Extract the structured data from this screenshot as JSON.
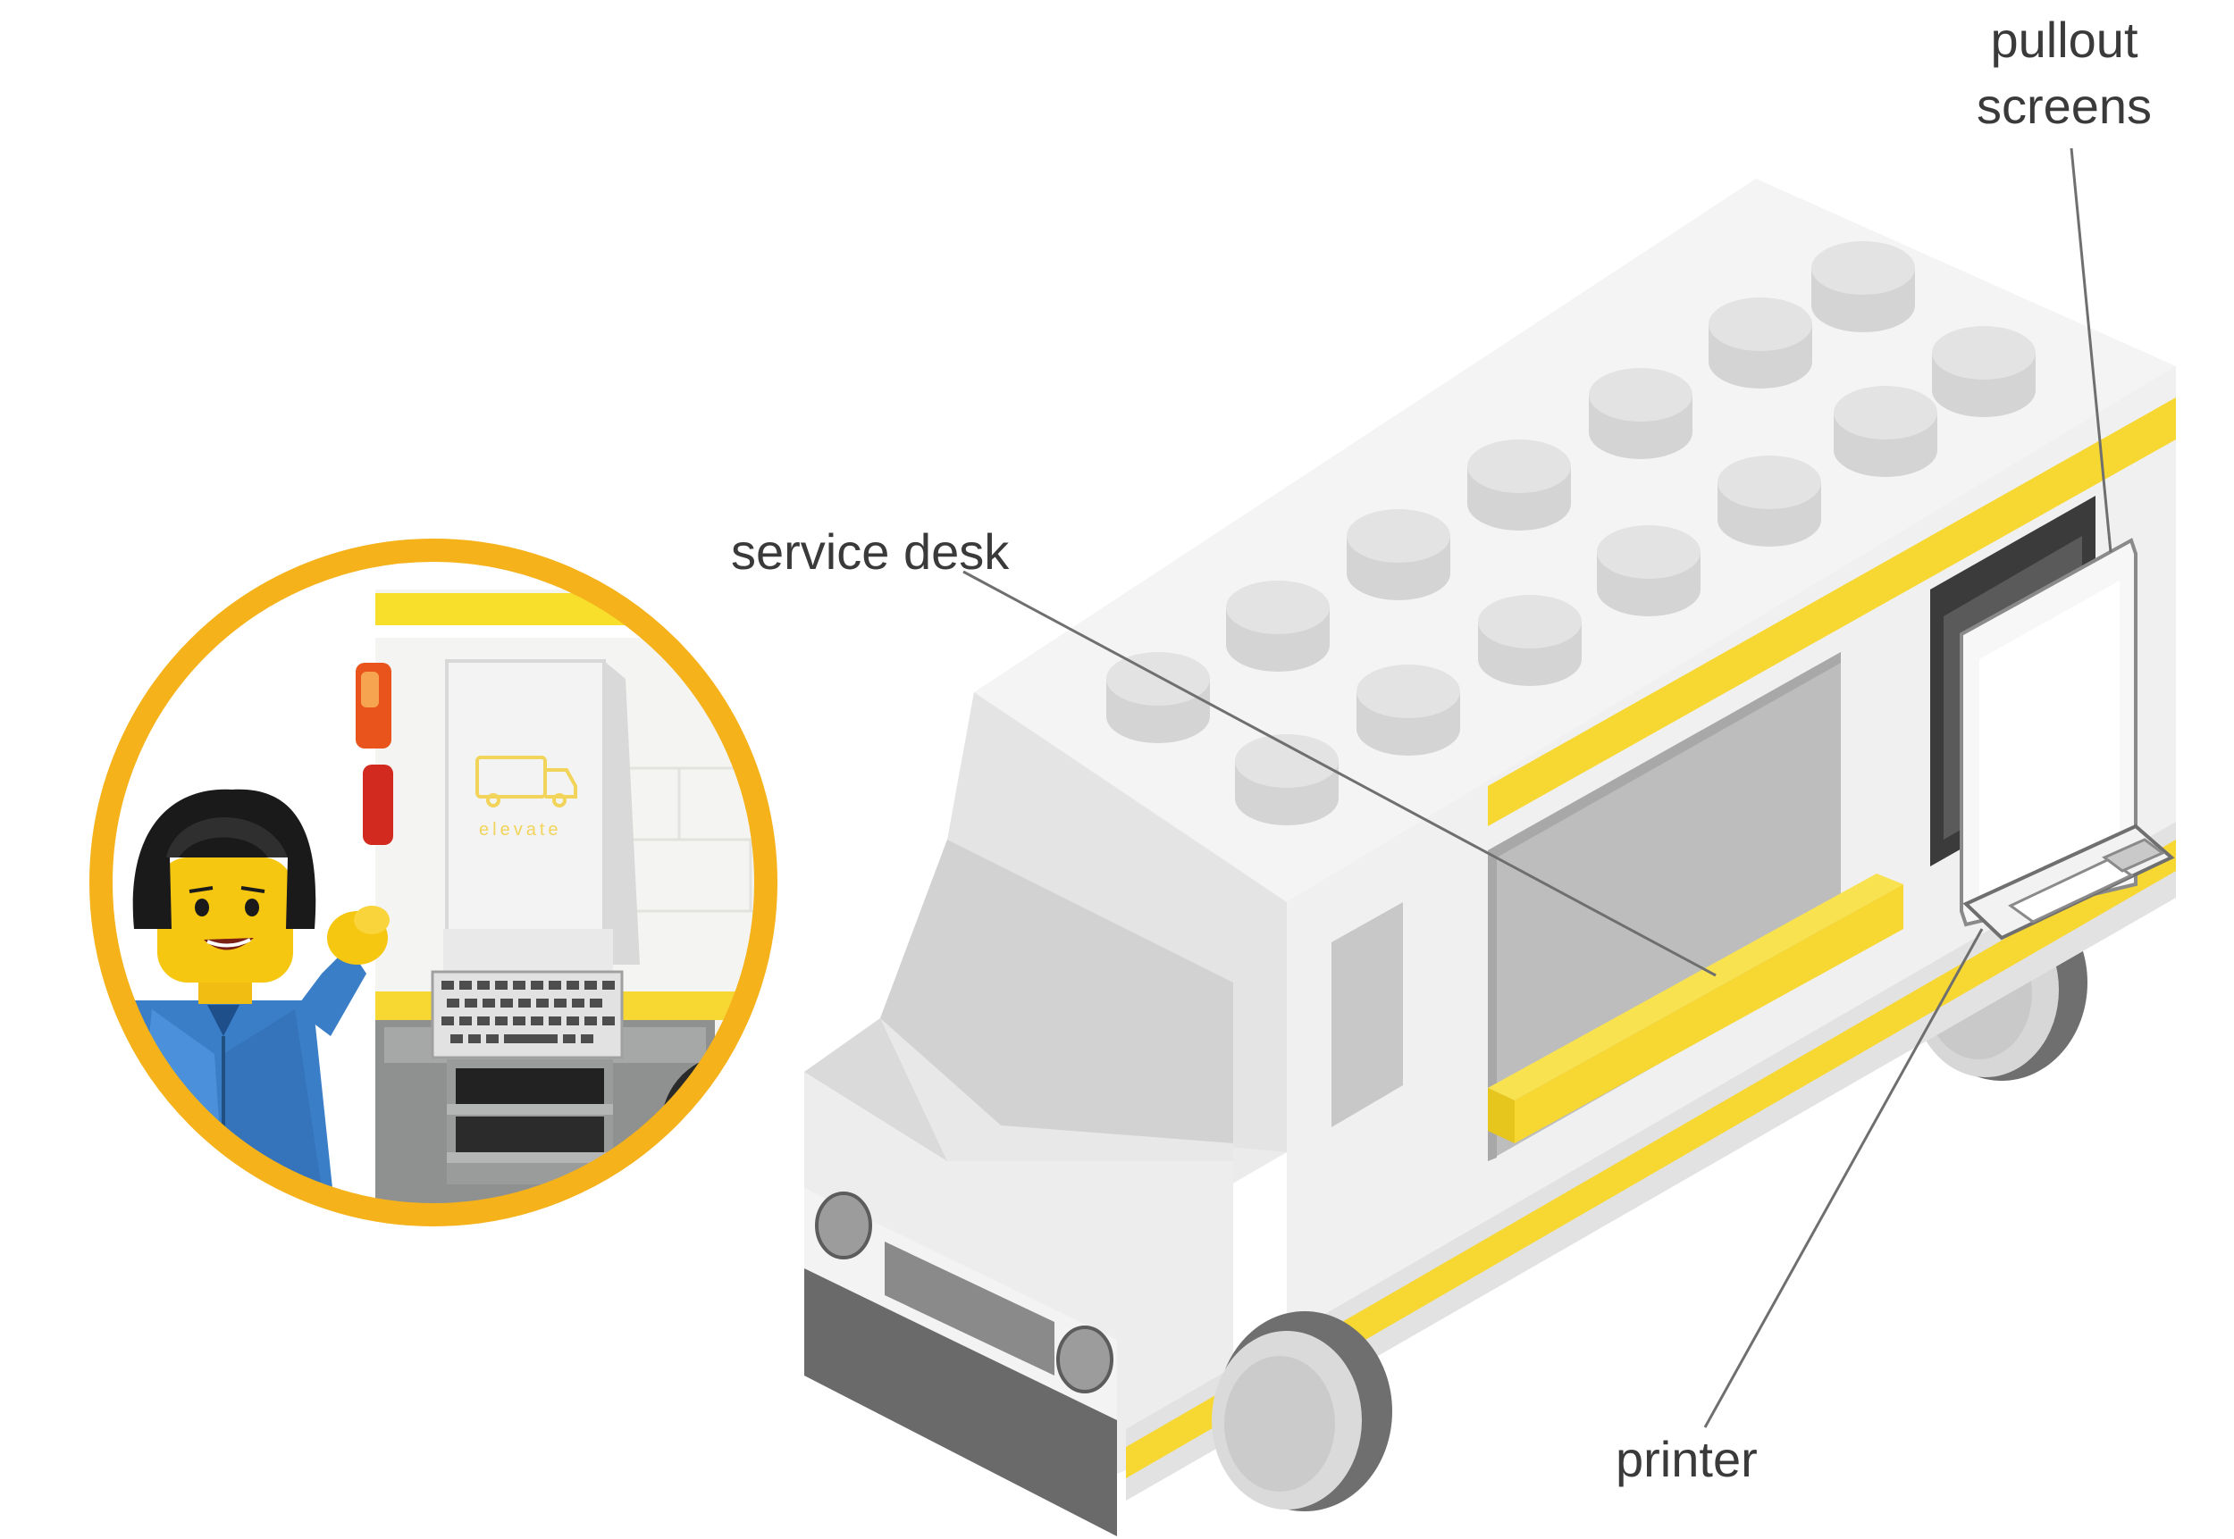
{
  "labels": {
    "service_desk": "service desk",
    "pullout_screens_line1": "pullout",
    "pullout_screens_line2": "screens",
    "printer": "printer"
  },
  "photo_inset": {
    "brand_text": "elevate",
    "ring_color": "#f5b21b"
  },
  "colors": {
    "accent_yellow": "#f7d731",
    "body_white": "#efefef",
    "stud_gray": "#dcdcdc",
    "window_gray": "#bdbdbd",
    "line_gray": "#6f6f6f"
  }
}
